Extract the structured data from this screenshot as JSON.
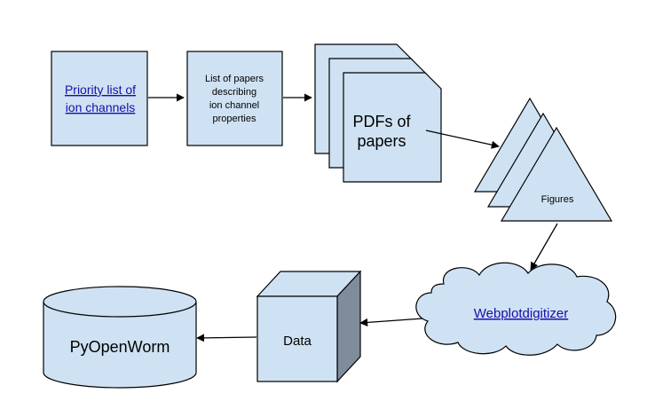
{
  "nodes": {
    "priority_list": {
      "line1": "Priority list of",
      "line2": "ion channels",
      "is_link": true
    },
    "paper_list": {
      "line1": "List of papers",
      "line2": "describing",
      "line3": "ion channel",
      "line4": "properties"
    },
    "pdfs": {
      "line1": "PDFs of",
      "line2": "papers"
    },
    "figures": {
      "label": "Figures"
    },
    "webplotdigitizer": {
      "label": "Webplotdigitizer",
      "is_link": true
    },
    "data": {
      "label": "Data"
    },
    "pyopenworm": {
      "label": "PyOpenWorm"
    }
  },
  "colors": {
    "fill": "#cfe2f3",
    "stroke": "#000000",
    "cube_side": "#7f8c9b",
    "link": "#1a0dab"
  }
}
